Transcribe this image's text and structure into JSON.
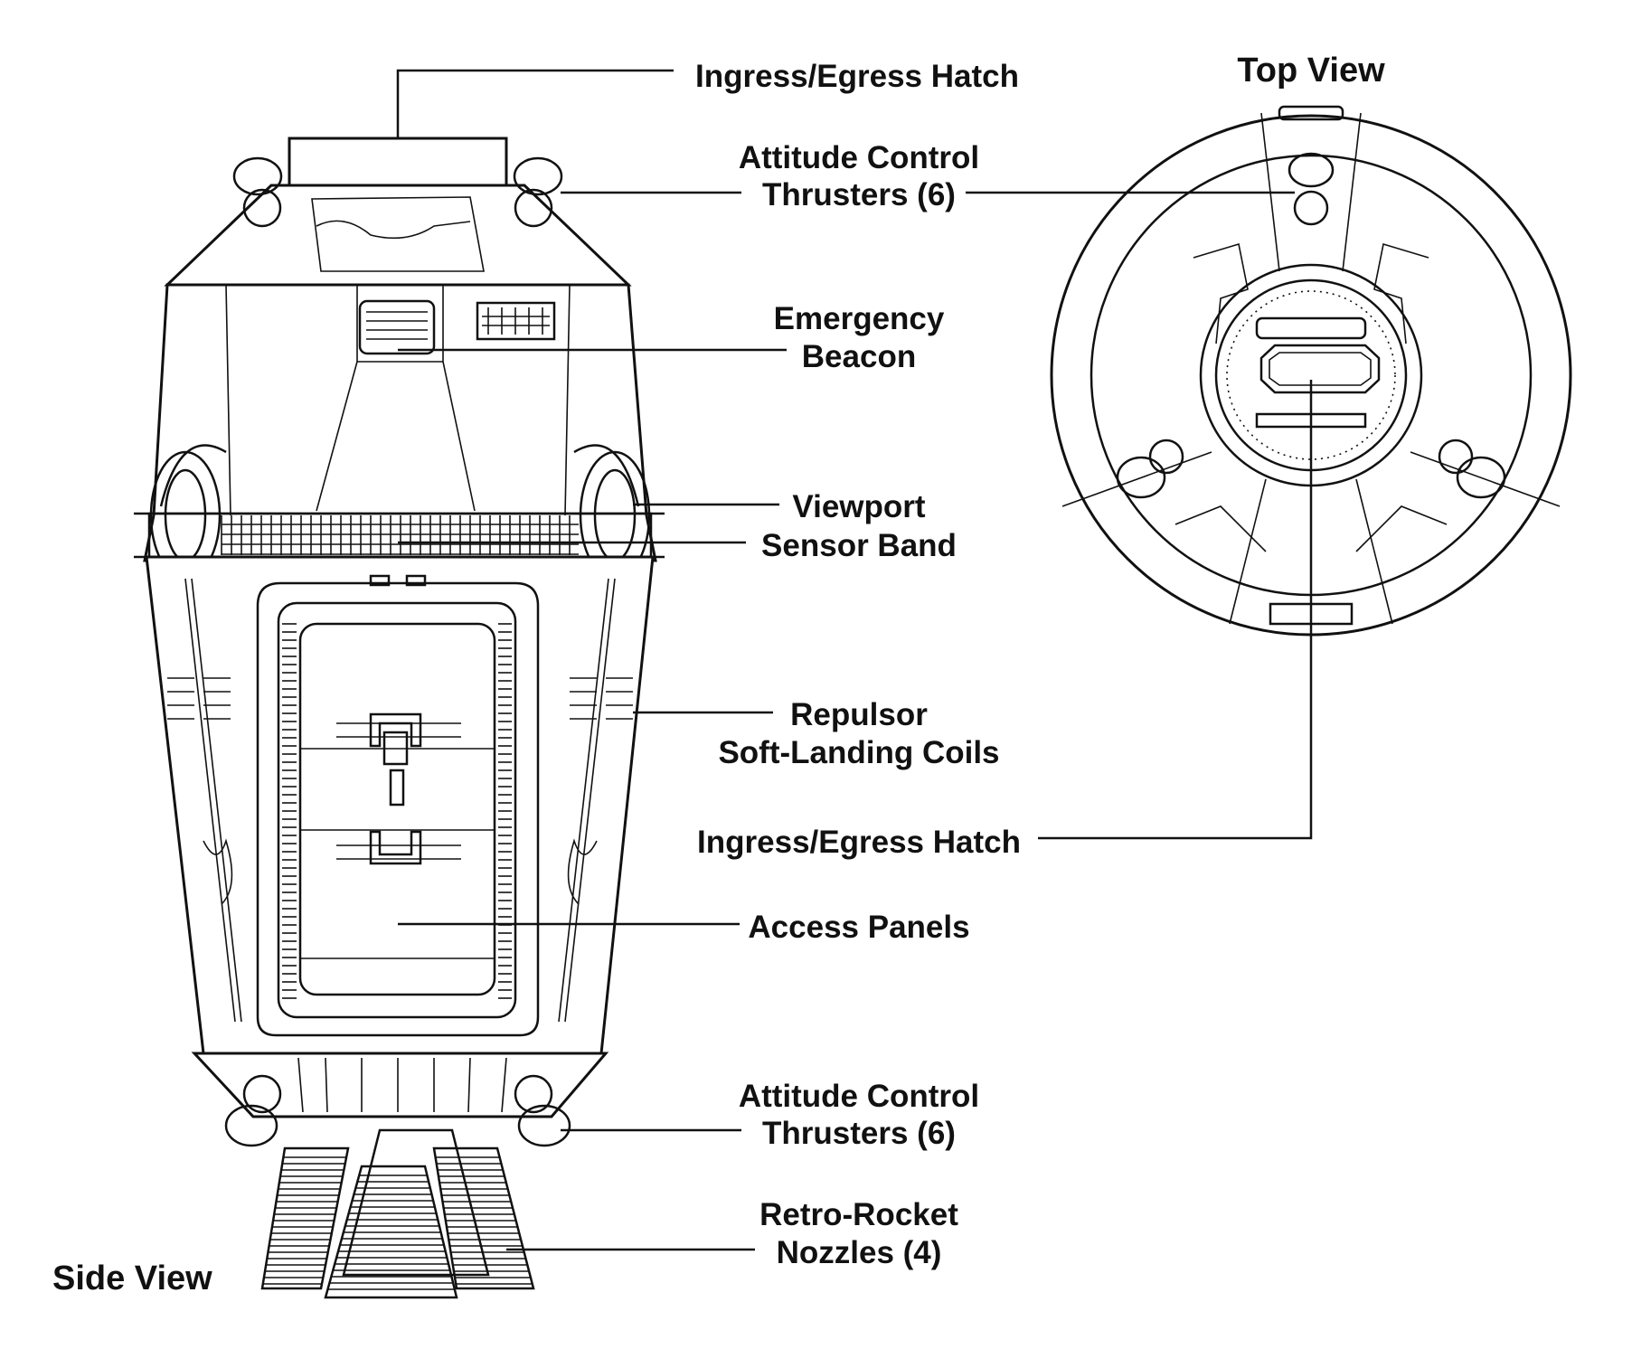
{
  "views": {
    "side": "Side View",
    "top": "Top View"
  },
  "callouts": [
    {
      "id": "hatch-top",
      "lines": [
        "Ingress/Egress Hatch"
      ]
    },
    {
      "id": "thrusters-upper",
      "lines": [
        "Attitude Control",
        "Thrusters (6)"
      ]
    },
    {
      "id": "beacon",
      "lines": [
        "Emergency",
        "Beacon"
      ]
    },
    {
      "id": "viewport",
      "lines": [
        "Viewport"
      ]
    },
    {
      "id": "sensor-band",
      "lines": [
        "Sensor Band"
      ]
    },
    {
      "id": "repulsor",
      "lines": [
        "Repulsor",
        "Soft-Landing Coils"
      ]
    },
    {
      "id": "hatch-topview",
      "lines": [
        "Ingress/Egress Hatch"
      ]
    },
    {
      "id": "access-panels",
      "lines": [
        "Access Panels"
      ]
    },
    {
      "id": "thrusters-lower",
      "lines": [
        "Attitude Control",
        "Thrusters (6)"
      ]
    },
    {
      "id": "nozzles",
      "lines": [
        "Retro-Rocket",
        "Nozzles (4)"
      ]
    }
  ]
}
